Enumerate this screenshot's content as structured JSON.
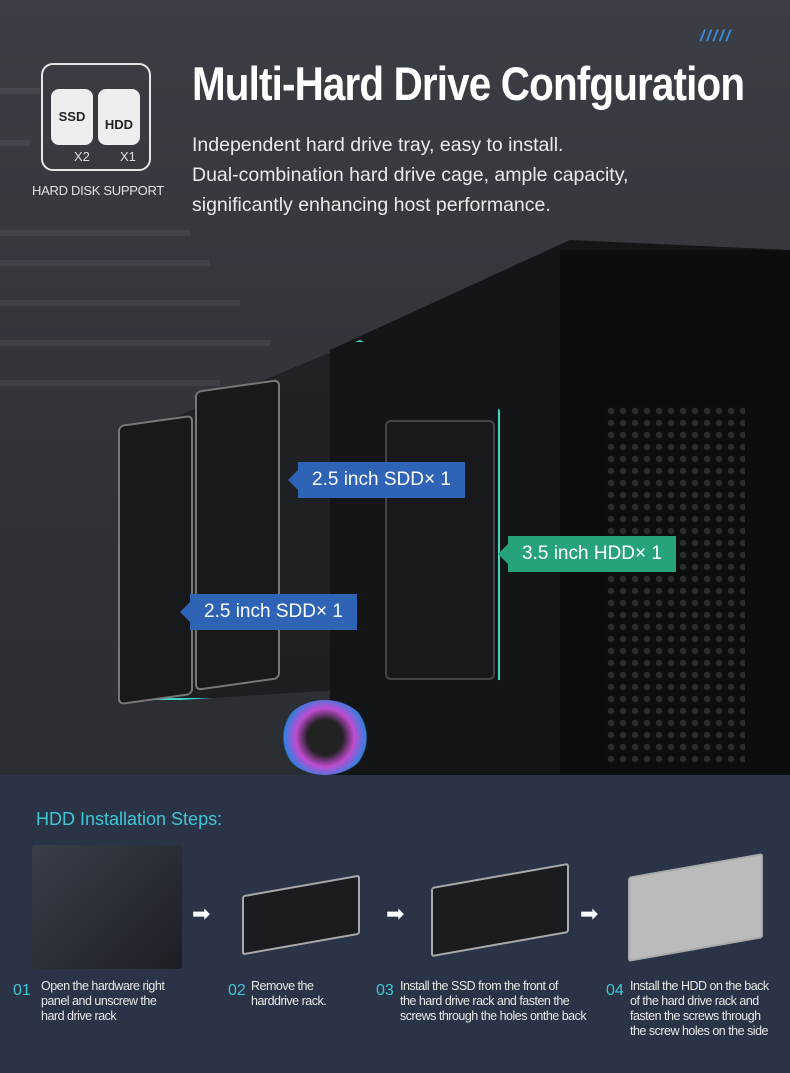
{
  "header": {
    "decoration": "/////",
    "title": "Multi-Hard Drive Confguration",
    "subtitle_lines": [
      "Independent hard drive tray, easy to install.",
      "Dual-combination hard drive cage, ample capacity,",
      "significantly enhancing host performance."
    ]
  },
  "badge": {
    "ssd_label": "SSD",
    "hdd_label": "HDD",
    "ssd_count": "X2",
    "hdd_count": "X1",
    "caption": "HARD DISK SUPPORT"
  },
  "callouts": [
    {
      "label": "2.5 inch SDD× 1",
      "color": "#2e63b5"
    },
    {
      "label": "3.5 inch HDD× 1",
      "color": "#27a37c"
    },
    {
      "label": "2.5 inch SDD× 1",
      "color": "#2e63b5"
    }
  ],
  "steps": {
    "title": "HDD Installation Steps:",
    "items": [
      {
        "num": "01",
        "lines": [
          "Open the hardware right",
          "panel and unscrew the",
          "hard drive rack"
        ]
      },
      {
        "num": "02",
        "lines": [
          "Remove the",
          "harddrive rack."
        ]
      },
      {
        "num": "03",
        "lines": [
          "Install the SSD from the front of",
          "the hard drive rack and fasten the",
          "screws through the holes onthe back"
        ]
      },
      {
        "num": "04",
        "lines": [
          "Install the HDD on the back",
          "of the hard drive rack and",
          "fasten the screws through",
          "the screw holes on the side"
        ]
      }
    ]
  }
}
